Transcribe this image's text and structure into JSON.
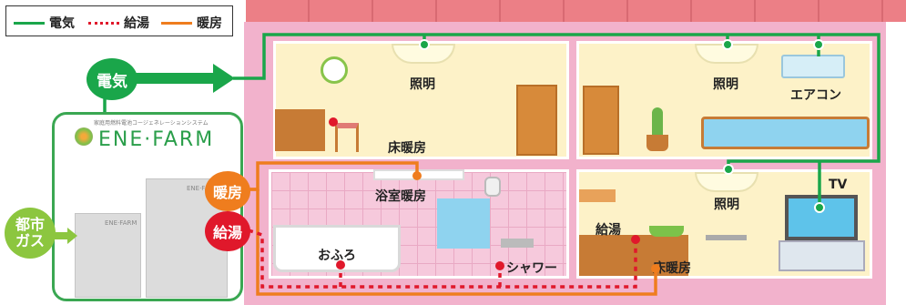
{
  "legend": {
    "electric": "電気",
    "hot_water": "給湯",
    "heating": "暖房"
  },
  "colors": {
    "electric": "#1aa64a",
    "hot_water": "#e0182b",
    "heating": "#ef7d1e",
    "house_wall": "#f2b2cc",
    "roof": "#ec7f86"
  },
  "sources": {
    "electric_bubble": "電気",
    "gas_bubble_line1": "都市",
    "gas_bubble_line2": "ガス",
    "heating_bubble": "暖房",
    "hot_water_bubble": "給湯"
  },
  "enefarm": {
    "logo": "ENE·FARM",
    "tagline": "家庭用燃料電池コージェネレーションシステム",
    "unit_label": "ENE·FARM",
    "logo_icon": "tree-icon"
  },
  "rooms": {
    "living": {
      "light": "照明",
      "floor_heating": "床暖房",
      "icon": "clock-icon"
    },
    "bedroom": {
      "light": "照明",
      "aircon": "エアコン"
    },
    "bathroom": {
      "bath_heating": "浴室暖房",
      "bathtub": "おふろ",
      "shower": "シャワー"
    },
    "kitchen": {
      "light": "照明",
      "tv": "TV",
      "hot_water": "給湯",
      "floor_heating": "床暖房"
    }
  }
}
